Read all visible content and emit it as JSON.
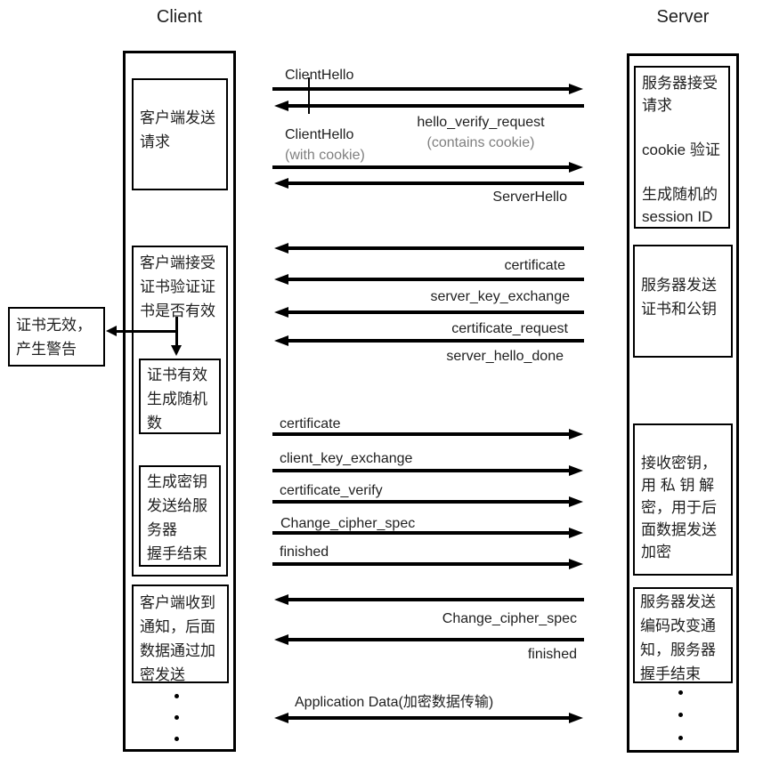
{
  "titles": {
    "client": "Client",
    "server": "Server"
  },
  "client_column": {
    "box_send_request": "客户端发送\n请求",
    "box_verify_header": "客户端接受\n证书验证证\n书是否有效",
    "box_cert_valid": "证书有效\n生成随机\n数",
    "box_keygen": "生成密钥\n发送给服\n务器\n握手结束",
    "box_notified": "客户端收到\n通知，后面\n数据通过加\n密发送"
  },
  "warning_box": {
    "text": "证书无效，\n产生警告"
  },
  "server_column": {
    "box_accept": "服务器接受\n请求\n\ncookie 验证\n\n生成随机的\nsession ID",
    "box_send_cert": "服务器发送\n证书和公钥",
    "box_receive_key": "接收密钥，\n用 私 钥 解\n密，用于后\n面数据发送\n加密",
    "box_change_notice": "服务器发送\n编码改变通\n知，服务器\n握手结束"
  },
  "messages": {
    "client_hello_1": "ClientHello",
    "hello_verify_request": "hello_verify_request",
    "contains_cookie": "(contains cookie)",
    "client_hello_2": "ClientHello",
    "with_cookie": "(with cookie)",
    "server_hello": "ServerHello",
    "certificate_from_server": "certificate",
    "server_key_exchange": "server_key_exchange",
    "certificate_request": "certificate_request",
    "server_hello_done": "server_hello_done",
    "certificate_from_client": "certificate",
    "client_key_exchange": "client_key_exchange",
    "certificate_verify": "certificate_verify",
    "change_cipher_spec_client": "Change_cipher_spec",
    "finished_client": "finished",
    "change_cipher_spec_server": "Change_cipher_spec",
    "finished_server": "finished",
    "application_data": "Application Data(加密数据传输)"
  },
  "colors": {
    "text": "#1f1f1f",
    "muted_text": "#7f7f7f",
    "line": "#000000",
    "background": "#ffffff"
  }
}
